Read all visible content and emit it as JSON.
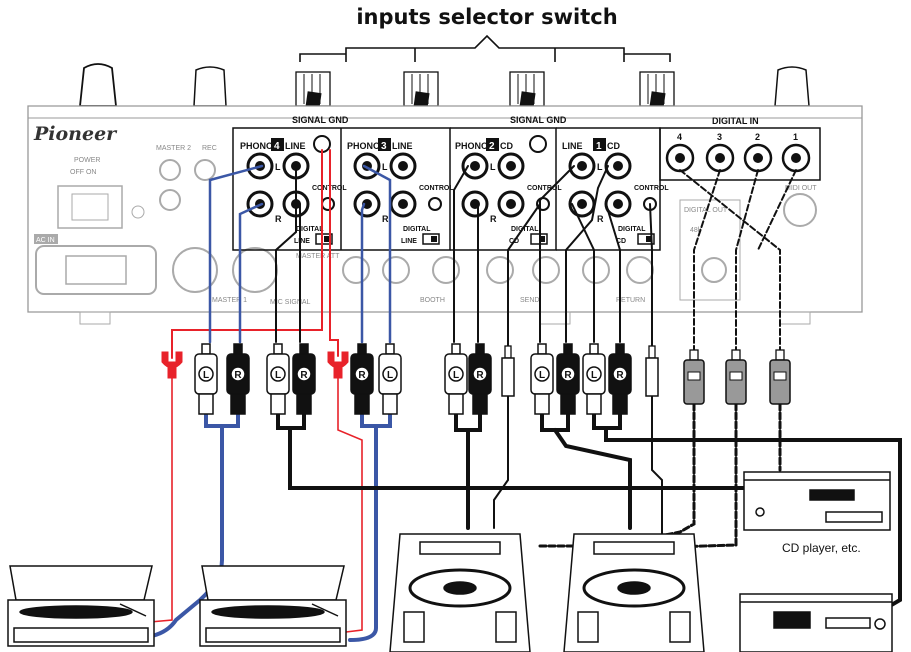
{
  "title": "inputs selector switch",
  "brand": "Pioneer",
  "panel": {
    "signal_gnd_left": "SIGNAL GND",
    "signal_gnd_right": "SIGNAL GND",
    "digital_in": "DIGITAL IN",
    "digital_nums": [
      "4",
      "3",
      "2",
      "1"
    ],
    "master2": "MASTER 2",
    "rec": "REC",
    "power": "POWER",
    "power_states": "OFF ON",
    "ac_in": "AC IN",
    "master1": "MASTER 1",
    "midi_out": "MIDI OUT",
    "digital_out": "DIGITAL OUT",
    "khz": "48k",
    "booth": "BOOTH",
    "send": "SEND",
    "return": "RETURN",
    "mic_signal": "MIC SIGNAL",
    "master_att": "MASTER ATT"
  },
  "channels": [
    {
      "num": "4",
      "left": "PHONO",
      "right": "LINE",
      "switch_left": "LINE",
      "switch_right": "DIGITAL",
      "control": "CONTROL"
    },
    {
      "num": "3",
      "left": "PHONO",
      "right": "LINE",
      "switch_left": "LINE",
      "switch_right": "DIGITAL",
      "control": "CONTROL"
    },
    {
      "num": "2",
      "left": "PHONO",
      "right": "CD",
      "switch_left": "CD",
      "switch_right": "DIGITAL",
      "control": "CONTROL"
    },
    {
      "num": "1",
      "left": "LINE",
      "right": "CD",
      "switch_left": "CD",
      "switch_right": "DIGITAL",
      "control": "CONTROL"
    }
  ],
  "jack_letters": {
    "l": "L",
    "r": "R"
  },
  "plugs": {
    "left": "L",
    "right": "R"
  },
  "devices": {
    "cd_player": "CD player, etc."
  },
  "colors": {
    "red_cable": "#e8222a",
    "blue_cable": "#3b57a6",
    "black_cable": "#111111"
  }
}
